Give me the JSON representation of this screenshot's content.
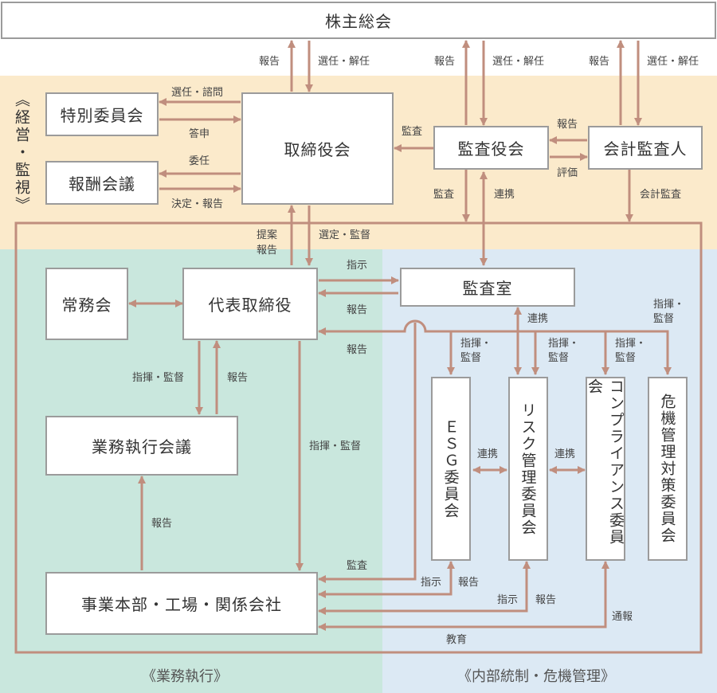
{
  "colors": {
    "audit_zone": "#fbeacb",
    "exec_zone": "#c9e7dd",
    "control_zone": "#dce9f4",
    "arrow": "#c08e7e",
    "box_border": "#9b9b9b"
  },
  "nodes": {
    "shareholders": "株主総会",
    "board": "取締役会",
    "nomination": "特別委員会",
    "compensation": "報酬会議",
    "audit_board": "監査役会",
    "accounting_auditor": "会計監査人",
    "standing_committee": "常務会",
    "representative": "代表取締役",
    "audit_office": "監査室",
    "exec_meeting": "業務執行会議",
    "divisions": "事業本部・工場・関係会社",
    "esg": "ＥＳＧ委員会",
    "risk": "リスク管理委員会",
    "compliance": "コンプライアンス委員会",
    "crisis": "危機管理対策委員会"
  },
  "zones": {
    "audit": "《経営・監視》",
    "exec": "《業務執行》",
    "control": "《内部統制・危機管理》"
  },
  "labels": {
    "report_board_sh": "報告",
    "elect_board": "選任・解任",
    "report_audit_sh": "報告",
    "elect_audit": "選任・解任",
    "report_acct_sh": "報告",
    "elect_acct": "選任・解任",
    "elect_consult": "選任・諮問",
    "answer": "答申",
    "delegate": "委任",
    "decide_report": "決定・報告",
    "audit_to_board": "監査",
    "report_acct_audit": "報告",
    "evaluate": "評価",
    "audit_down": "監査",
    "cooperate_office": "連携",
    "acct_audit": "会計監査",
    "propose": "提案",
    "report_propose": "報告",
    "select_supervise": "選定・監督",
    "instruct_office": "指示",
    "report_office": "報告",
    "report_committees": "報告",
    "cooperate_risk": "連携",
    "direct_crisis_1": "指揮・",
    "direct_crisis_2": "監督",
    "direct_esg_1": "指揮・",
    "direct_esg_2": "監督",
    "direct_risk_1": "指揮・",
    "direct_risk_2": "監督",
    "direct_comp_1": "指揮・",
    "direct_comp_2": "監督",
    "direct_exec": "指揮・監督",
    "report_exec": "報告",
    "direct_div": "指揮・監督",
    "report_div": "報告",
    "cooperate_esg_risk": "連携",
    "cooperate_risk_comp": "連携",
    "audit_div": "監査",
    "instruct_esg": "指示",
    "report_esg": "報告",
    "instruct_risk": "指示",
    "report_risk": "報告",
    "whistle": "通報",
    "educate": "教育"
  }
}
